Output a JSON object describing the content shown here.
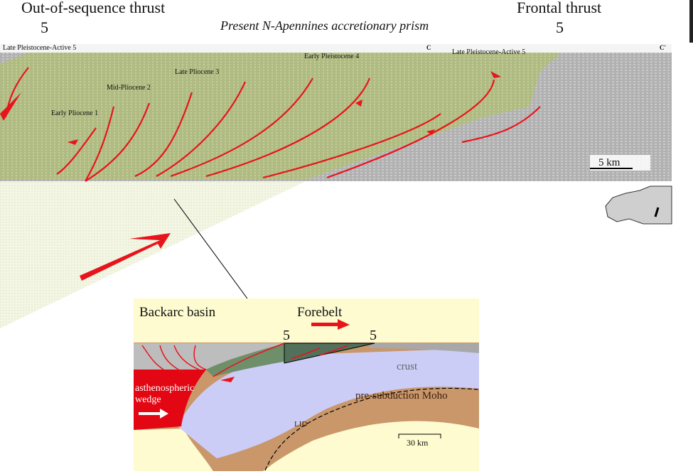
{
  "header": {
    "left_label": "Out-of-sequence thrust",
    "left_number": "5",
    "title": "Present N-Apennines accretionary prism",
    "right_label": "Frontal thrust",
    "right_number": "5"
  },
  "seismic_section": {
    "units": [
      "Late Pleistocene-Active 5",
      "Early Pleistocene 4",
      "Late Pliocene 3",
      "Mid-Pliocene 2",
      "Early Pliocene 1",
      "Late Pleistocene-Active 5"
    ],
    "corner_labels": [
      "C",
      "C'"
    ],
    "scale_bar": "5 km"
  },
  "cross_section": {
    "backarc_label": "Backarc basin",
    "forebelt_label": "Forebelt",
    "marker_left": "5",
    "marker_right": "5",
    "crust_label": "crust",
    "asthenosphere_label_1": "asthenospheric",
    "asthenosphere_label_2": "wedge",
    "moho_label": "pre-subduction Moho",
    "lid_label": "LID",
    "scale_bar": "30 km"
  },
  "colors": {
    "thrust_red": "#e8141c",
    "wedge_green": "#b8c98a",
    "crust": "#cccdf7",
    "lid": "#c9976a",
    "background_panel": "#fdfbcf",
    "asthenosphere": "#e30613"
  }
}
